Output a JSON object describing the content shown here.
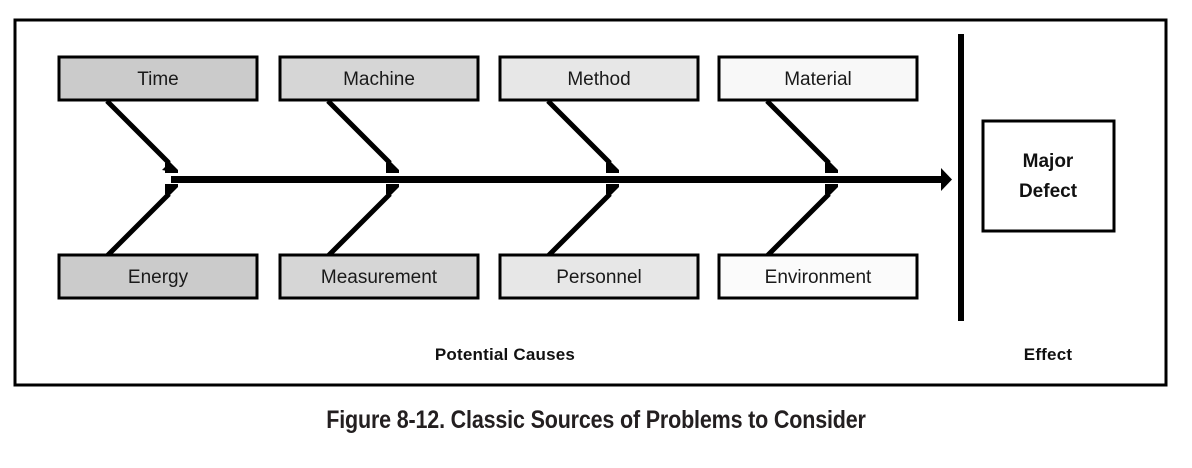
{
  "figure": {
    "caption": "Figure 8-12. Classic Sources of Problems to Consider"
  },
  "diagram": {
    "type": "fishbone-ishikawa-cause-and-effect",
    "frame": {
      "border_color": "#000000"
    },
    "spine": {
      "color": "#000000",
      "direction": "left-to-right"
    },
    "divider": {
      "color": "#000000"
    },
    "section_labels": {
      "causes": "Potential Causes",
      "effect": "Effect"
    },
    "effect_box": {
      "line1": "Major",
      "line2": "Defect",
      "fill": "#ffffff",
      "border_color": "#000000"
    },
    "causes_top": [
      {
        "label": "Time",
        "fill": "#cbcbcb"
      },
      {
        "label": "Machine",
        "fill": "#d6d6d6"
      },
      {
        "label": "Method",
        "fill": "#e7e7e7"
      },
      {
        "label": "Material",
        "fill": "#f8f8f8"
      }
    ],
    "causes_bottom": [
      {
        "label": "Energy",
        "fill": "#cbcbcb"
      },
      {
        "label": "Measurement",
        "fill": "#d6d6d6"
      },
      {
        "label": "Personnel",
        "fill": "#e7e7e7"
      },
      {
        "label": "Environment",
        "fill": "#fbfbfb"
      }
    ]
  }
}
